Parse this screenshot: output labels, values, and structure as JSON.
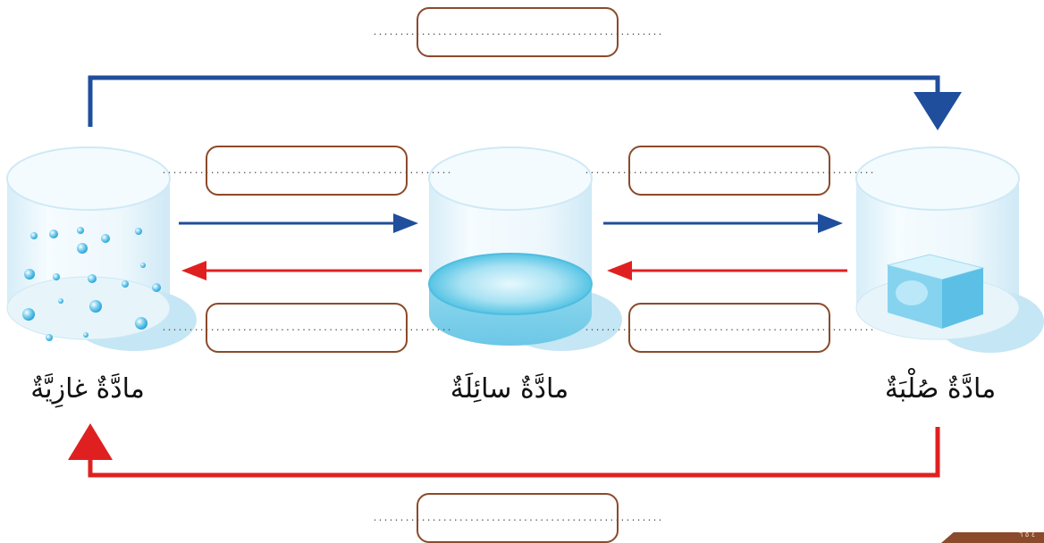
{
  "states": {
    "gas": "مادَّةٌ غازِيَّةٌ",
    "liquid": "مادَّةٌ سائِلَةٌ",
    "solid": "مادَّةٌ صُلْبَةٌ"
  },
  "blanks": {
    "top": "......................................................",
    "gas_to_liquid": "......................................................",
    "liquid_to_gas": "......................................................",
    "liquid_to_solid": "......................................................",
    "solid_to_liquid": "......................................................",
    "bottom": "......................................................"
  },
  "corner_text": "٤ ٥ ٦",
  "colors": {
    "forward_arrow": "#1f4e9c",
    "backward_arrow": "#e02020",
    "box_border": "#8b4a2b"
  }
}
